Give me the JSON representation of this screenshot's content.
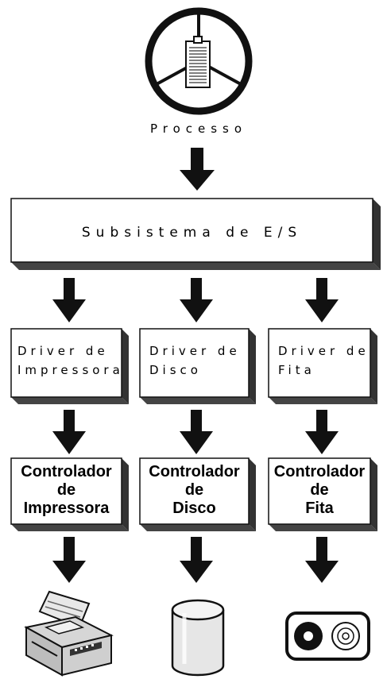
{
  "process": {
    "label": "Processo"
  },
  "subsystem": {
    "label": "Subsistema de E/S"
  },
  "drivers": [
    {
      "label": "Driver de\nImpressora"
    },
    {
      "label": "Driver de\nDisco"
    },
    {
      "label": "Driver de\nFita"
    }
  ],
  "controllers": [
    {
      "label": "Controlador\nde\nImpressora"
    },
    {
      "label": "Controlador\nde\nDisco"
    },
    {
      "label": "Controlador\nde\nFita"
    }
  ],
  "devices": [
    {
      "icon": "printer-icon"
    },
    {
      "icon": "disk-cylinder-icon"
    },
    {
      "icon": "tape-icon"
    }
  ]
}
